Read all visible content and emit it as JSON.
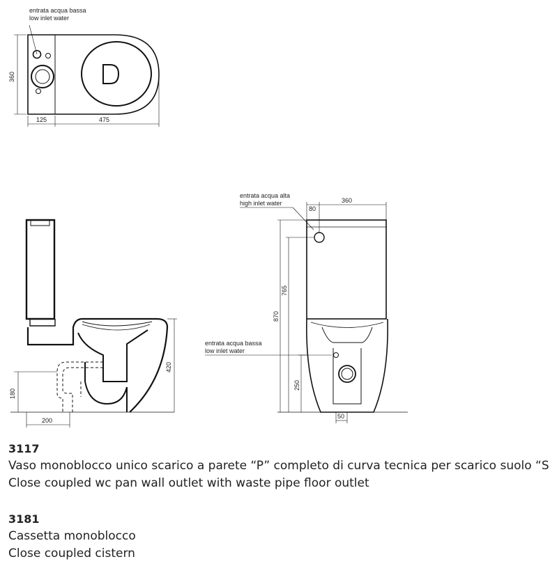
{
  "top_view": {
    "inlet_label_it": "entrata acqua bassa",
    "inlet_label_en": "low inlet water",
    "dim_depth": "360",
    "dim_tank": "125",
    "dim_bowl": "475"
  },
  "side_view": {
    "dim_height": "420",
    "dim_outlet_height": "180",
    "dim_outlet_distance": "200"
  },
  "front_view": {
    "high_inlet_label_it": "entrata acqua alta",
    "high_inlet_label_en": "high inlet water",
    "low_inlet_label_it": "entrata acqua bassa",
    "low_inlet_label_en": "low inlet water",
    "dim_inlet_offset": "80",
    "dim_width": "360",
    "dim_total_height": "870",
    "dim_inlet_height": "765",
    "dim_low_inlet_height": "250",
    "dim_outlet_offset": "50"
  },
  "products": [
    {
      "code": "3117",
      "line_it": "Vaso monoblocco unico scarico a parete “P” completo di curva tecnica per scarico suolo “S”",
      "line_en": "Close coupled wc pan wall outlet with waste pipe floor outlet"
    },
    {
      "code": "3181",
      "line_it": "Cassetta monoblocco",
      "line_en": "Close coupled cistern"
    }
  ]
}
